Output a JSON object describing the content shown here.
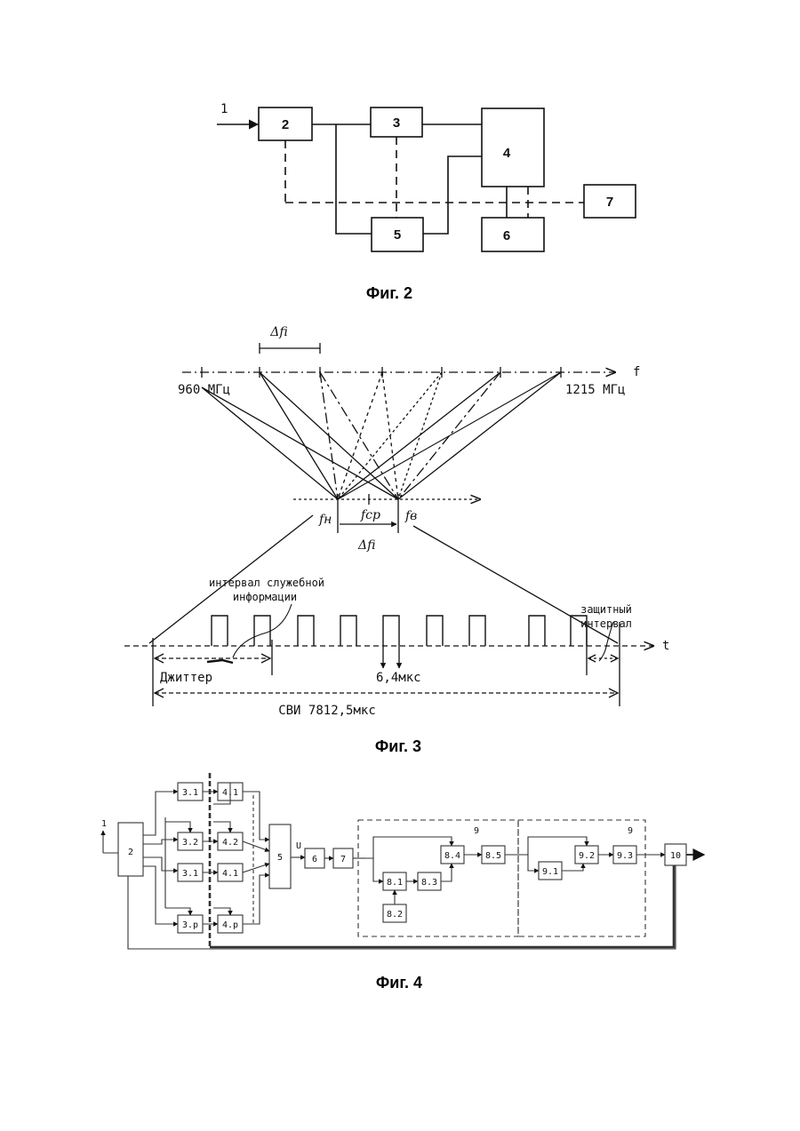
{
  "fig2": {
    "caption": "Фиг. 2",
    "input_label": "1",
    "blocks": [
      "2",
      "3",
      "4",
      "5",
      "6",
      "7"
    ]
  },
  "fig3": {
    "caption": "Фиг. 3",
    "freq_axis": "f",
    "time_axis": "t",
    "freq_low": "960 МГц",
    "freq_high": "1215 МГц",
    "delta_f_top": "Δfi",
    "delta_f_bottom": "Δfi",
    "f_low": "fн",
    "f_center": "fср",
    "f_high": "fв",
    "service_interval_line1": "интервал служебной",
    "service_interval_line2": "информации",
    "guard_interval_line1": "защитный",
    "guard_interval_line2": "интервал",
    "jitter": "Джиттер",
    "pulse_width": "6,4мкс",
    "svi": "СВИ 7812,5мкс"
  },
  "fig4": {
    "caption": "Фиг. 4",
    "input_label": "1",
    "u_label": "U",
    "group_label_1": "9",
    "group_label_2": "9",
    "blocks": {
      "b2": "2",
      "b3_1": "3.1",
      "b3_2": "3.2",
      "b3_i": "3.1",
      "b3_p": "3.р",
      "b4_1": "4.1",
      "b4_2": "4.2",
      "b4_i": "4.1",
      "b4_p": "4.р",
      "b5": "5",
      "b6": "6",
      "b7": "7",
      "b8_1": "8.1",
      "b8_2": "8.2",
      "b8_3": "8.3",
      "b8_4": "8.4",
      "b8_5": "8.5",
      "b9_1": "9.1",
      "b9_2": "9.2",
      "b9_3": "9.3",
      "b10": "10"
    }
  }
}
